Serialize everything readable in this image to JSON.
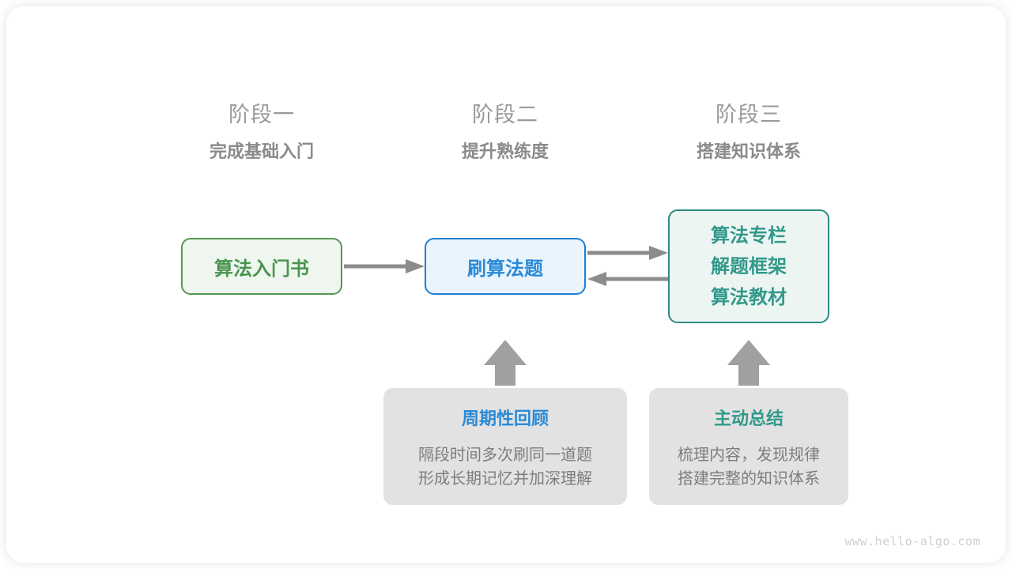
{
  "diagram": {
    "title_watermark": "www.hello-algo.com",
    "colors": {
      "green": "#4a9450",
      "green_border": "#55984f",
      "green_fill": "#eff6ef",
      "blue": "#2b8ad6",
      "blue_border": "#1f7fd0",
      "blue_fill": "#eaf4fd",
      "teal": "#31998a",
      "teal_border": "#2e8b7f",
      "teal_fill": "#edf5f3",
      "gray_card": "#e2e2e2",
      "gray_text": "#7d7d7d",
      "heading_gray": "#9a9a9a",
      "arrow_gray": "#8c8c8c"
    },
    "stages": [
      {
        "number": "阶段一",
        "title": "完成基础入门"
      },
      {
        "number": "阶段二",
        "title": "提升熟练度"
      },
      {
        "number": "阶段三",
        "title": "搭建知识体系"
      }
    ],
    "nodes": [
      {
        "id": "book",
        "label": "算法入门书"
      },
      {
        "id": "practice",
        "label": "刷算法题"
      },
      {
        "id": "system",
        "lines": [
          "算法专栏",
          "解题框架",
          "算法教材"
        ]
      }
    ],
    "info_cards": [
      {
        "id": "review",
        "title": "周期性回顾",
        "body": [
          "隔段时间多次刷同一道题",
          "形成长期记忆并加深理解"
        ]
      },
      {
        "id": "summary",
        "title": "主动总结",
        "body": [
          "梳理内容，发现规律",
          "搭建完整的知识体系"
        ]
      }
    ],
    "arrows": [
      {
        "name": "book-to-practice",
        "direction": "right"
      },
      {
        "name": "practice-to-system",
        "direction": "right"
      },
      {
        "name": "system-to-practice",
        "direction": "left"
      },
      {
        "name": "review-to-practice",
        "direction": "up"
      },
      {
        "name": "summary-to-system",
        "direction": "up"
      }
    ]
  }
}
